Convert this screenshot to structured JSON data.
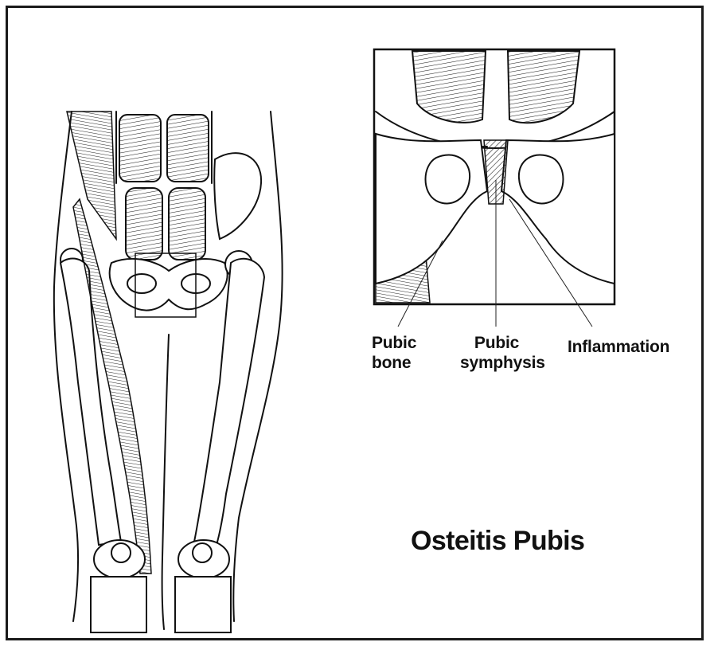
{
  "labels": {
    "pubic_bone_line1": "Pubic",
    "pubic_bone_line2": "bone",
    "symphysis_line1": "Pubic",
    "symphysis_line2": "symphysis",
    "inflammation": "Inflammation"
  },
  "title": "Osteitis Pubis",
  "colors": {
    "ink": "#111111",
    "background": "#ffffff"
  }
}
